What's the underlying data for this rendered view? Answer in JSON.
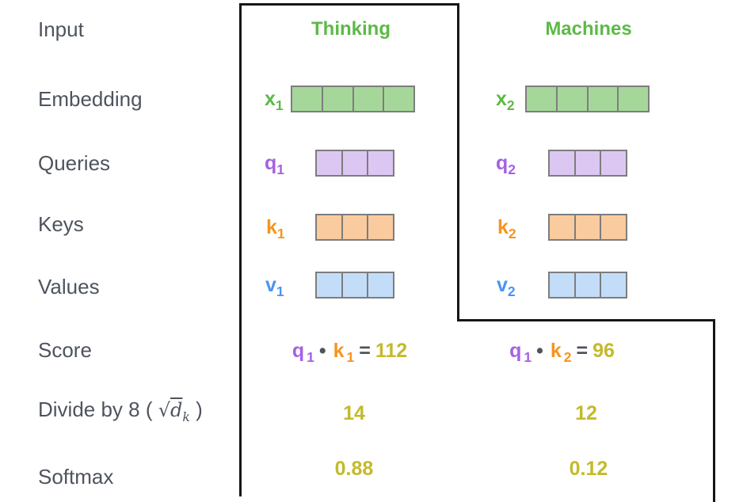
{
  "side_labels": {
    "input": "Input",
    "embedding": "Embedding",
    "queries": "Queries",
    "keys": "Keys",
    "values": "Values",
    "score": "Score",
    "divide": {
      "prefix": "Divide by 8 ( ",
      "sqrt": "√",
      "radicand": "d",
      "radicand_sub": "k",
      "suffix": " )"
    },
    "softmax": "Softmax"
  },
  "columns": [
    {
      "header": "Thinking",
      "embedding": {
        "label": "x",
        "sub": "1",
        "cells": 4
      },
      "query": {
        "label": "q",
        "sub": "1",
        "cells": 3
      },
      "key": {
        "label": "k",
        "sub": "1",
        "cells": 3
      },
      "value": {
        "label": "v",
        "sub": "1",
        "cells": 3
      },
      "score": {
        "q": "q",
        "q_sub": "1",
        "dot": "•",
        "k": "k",
        "k_sub": "1",
        "equals": "=",
        "result": "112"
      },
      "divide": "14",
      "softmax": "0.88"
    },
    {
      "header": "Machines",
      "embedding": {
        "label": "x",
        "sub": "2",
        "cells": 4
      },
      "query": {
        "label": "q",
        "sub": "2",
        "cells": 3
      },
      "key": {
        "label": "k",
        "sub": "2",
        "cells": 3
      },
      "value": {
        "label": "v",
        "sub": "2",
        "cells": 3
      },
      "score": {
        "q": "q",
        "q_sub": "1",
        "dot": "•",
        "k": "k",
        "k_sub": "2",
        "equals": "=",
        "result": "96"
      },
      "divide": "12",
      "softmax": "0.12"
    }
  ],
  "colors": {
    "label_text": "#4e545e",
    "green_text": "#5cba47",
    "green_fill": "#a6d79a",
    "purple_text": "#a561e3",
    "purple_fill": "#dcc7f3",
    "orange_text": "#f7941e",
    "orange_fill": "#f9cb9e",
    "blue_text": "#4b94f2",
    "blue_fill": "#c3ddf8",
    "value_yellow": "#c3ba2b",
    "outline": "#161616",
    "cell_border": "#7d7d7d"
  }
}
